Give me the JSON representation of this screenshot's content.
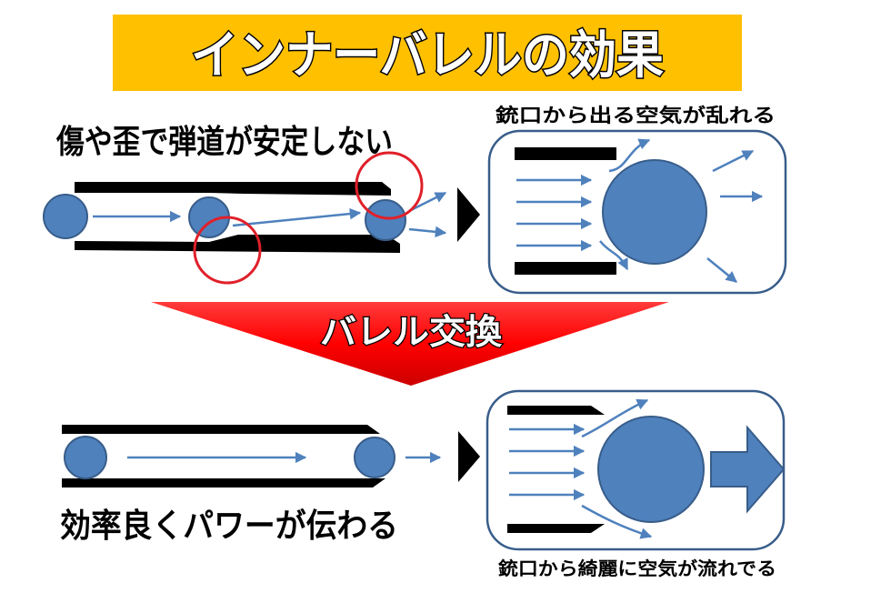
{
  "title": "インナーバレルの効果",
  "top_left_caption": "傷や歪で弾道が安定しない",
  "top_right_caption": "銃口から出る空気が乱れる",
  "transition_label": "バレル交換",
  "bottom_left_caption": "効率良くパワーが伝わる",
  "bottom_right_caption": "銃口から綺麗に空気が流れでる",
  "colors": {
    "title_bg": "#FFC000",
    "bullet": "#4F81BD",
    "bullet_stroke": "#385D8A",
    "arrow": "#4F81BD",
    "defect_circle": "#E0202A",
    "transition": "#FF0000",
    "panel_border": "#385D8A"
  }
}
